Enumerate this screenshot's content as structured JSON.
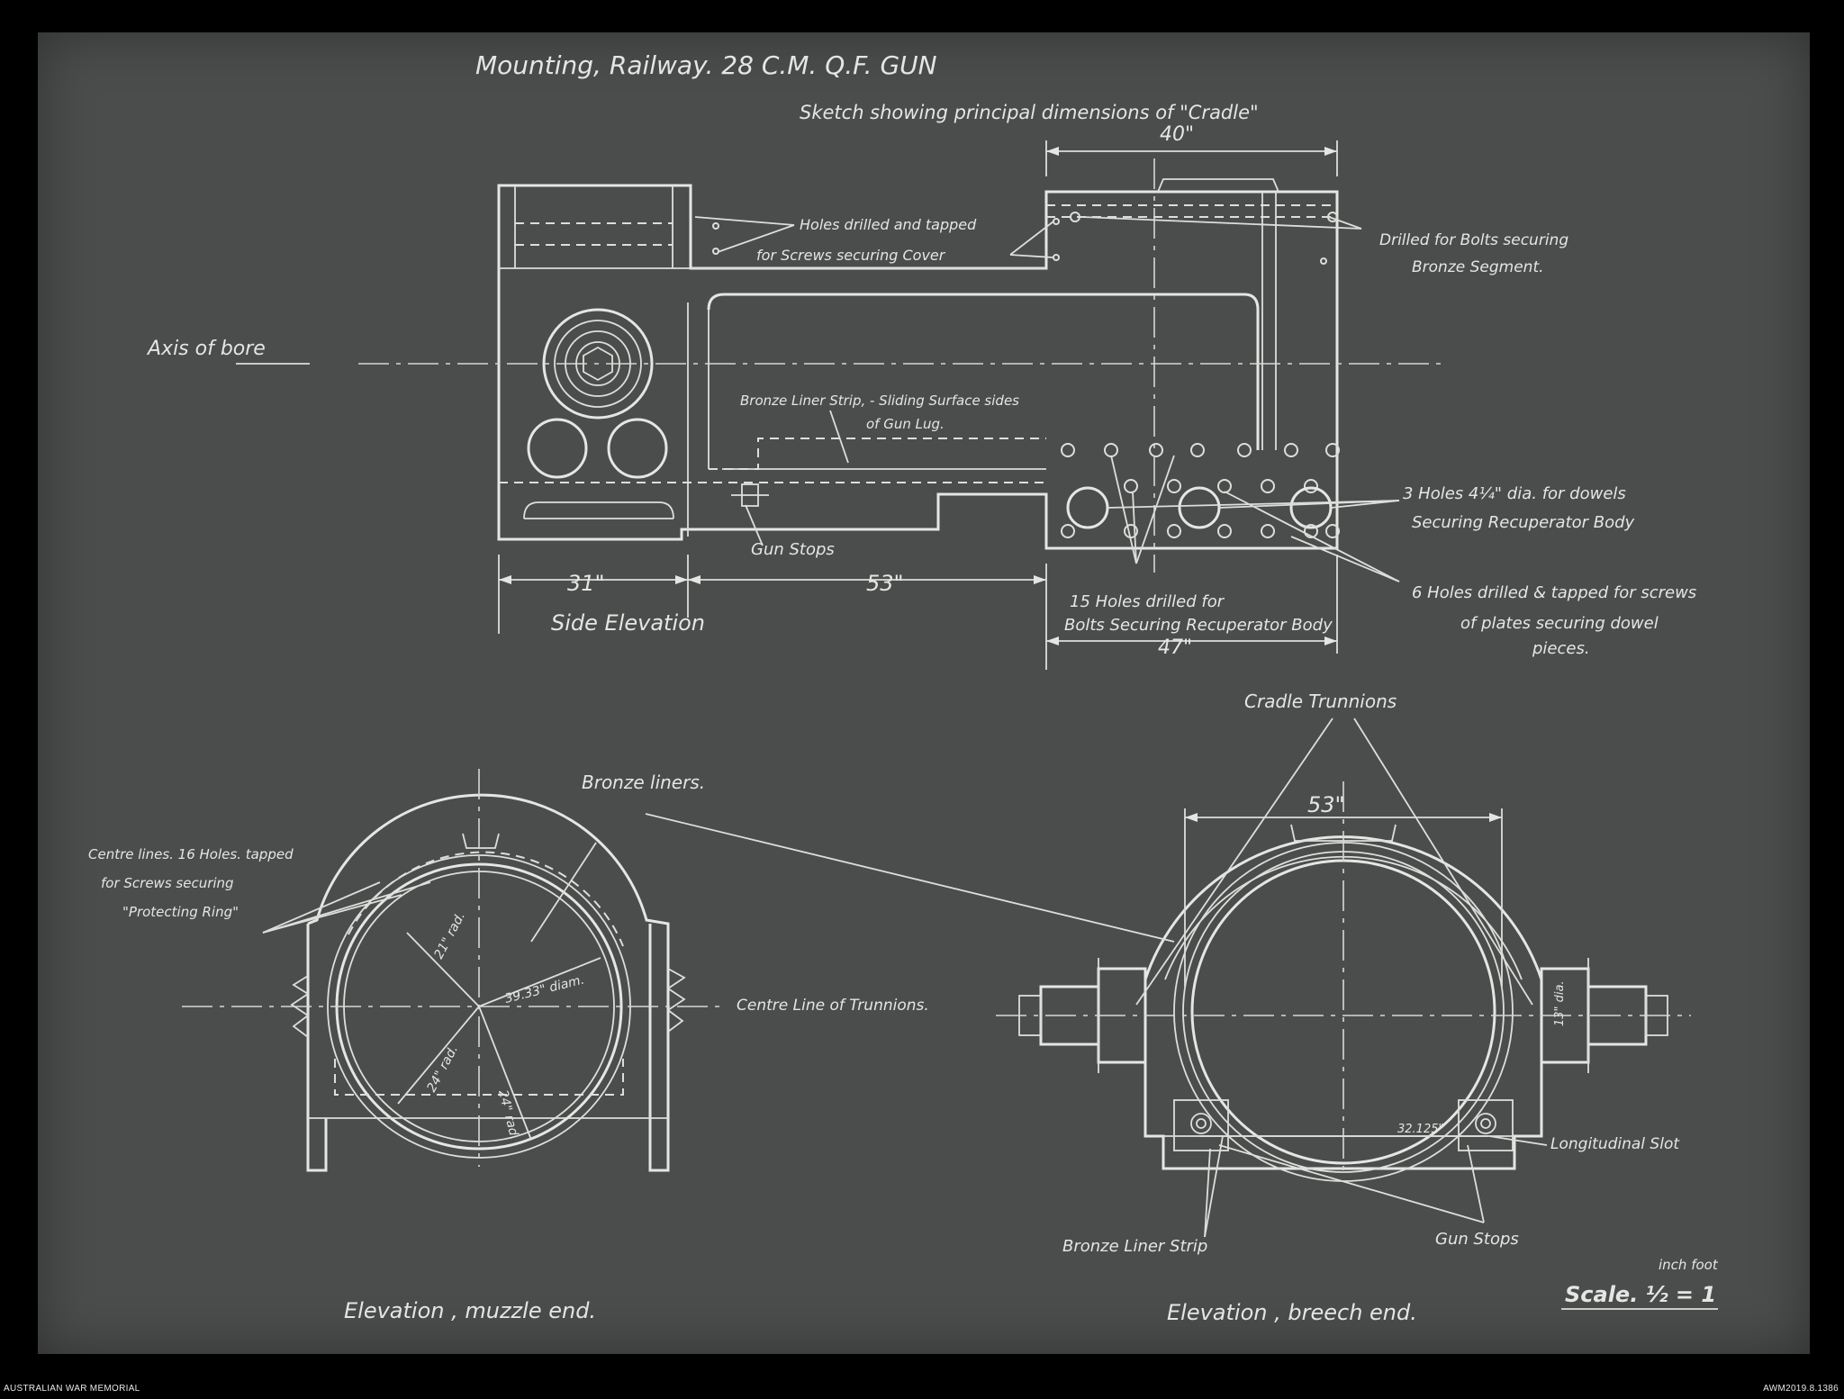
{
  "titles": {
    "main": "Mounting, Railway. 28 C.M. Q.F. GUN",
    "sub": "Sketch showing principal dimensions of \"Cradle\""
  },
  "labels": {
    "axis_of_bore": "Axis of bore",
    "holes_drilled_l1": "Holes drilled and tapped",
    "holes_drilled_l2": "for Screws securing Cover",
    "drilled_bolts_l1": "Drilled for Bolts securing",
    "drilled_bolts_l2": "Bronze Segment.",
    "bronze_strip_l1": "Bronze Liner Strip, - Sliding Surface sides",
    "bronze_strip_l2": "of Gun Lug.",
    "three_holes_l1": "3 Holes 4¼\" dia. for dowels",
    "three_holes_l2": "Securing Recuperator Body",
    "gun_stops_side": "Gun Stops",
    "fifteen_holes_l1": "15 Holes drilled for",
    "fifteen_holes_l2": "Bolts Securing Recuperator Body",
    "six_holes_l1": "6 Holes drilled & tapped for screws",
    "six_holes_l2": "of plates securing dowel",
    "six_holes_l3": "pieces.",
    "side_elevation": "Side Elevation",
    "cradle_trunnions": "Cradle Trunnions",
    "bronze_liners": "Bronze liners.",
    "centre_lines_l1": "Centre lines. 16 Holes. tapped",
    "centre_lines_l2": "for Screws securing",
    "centre_lines_l3": "\"Protecting Ring\"",
    "centre_line_trunnions": "Centre Line of Trunnions.",
    "longitudinal_slot": "Longitudinal Slot",
    "bronze_liner_strip": "Bronze Liner Strip",
    "gun_stops_breech": "Gun Stops",
    "elev_muzzle": "Elevation , muzzle end.",
    "elev_breech": "Elevation , breech end.",
    "scale": "Scale. ½ = 1",
    "scale_units": "inch foot"
  },
  "dimensions": {
    "d40": "40\"",
    "d31": "31\"",
    "d53_side": "53\"",
    "d47": "47\"",
    "d53_end": "53\"",
    "r21": "21\" rad.",
    "d39": "39.33\" diam.",
    "r24a": "24\" rad.",
    "r24b": "24\" rad.",
    "dia13": "13\" dia.",
    "d32": "32.125\""
  },
  "footer": {
    "left": "AUSTRALIAN WAR MEMORIAL",
    "right": "AWM2019.8.1386"
  }
}
